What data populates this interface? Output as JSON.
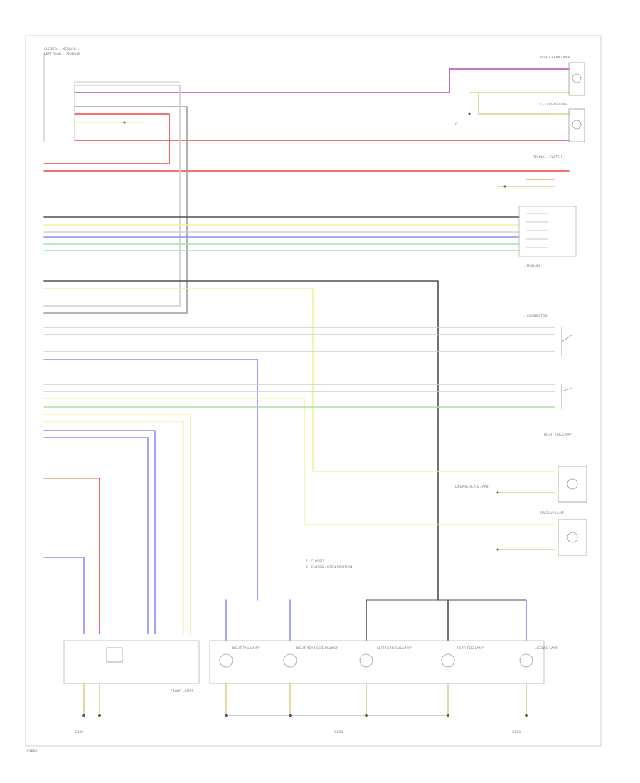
{
  "footer": {
    "code": "P1E2R"
  },
  "wire_colors": {
    "violet": "#b04cb0",
    "red": "#ee4444",
    "gray": "#9c9c9c",
    "yellow": "#f4f0a0",
    "tan": "#e0d08a",
    "blue": "#8c8cff",
    "green": "#a6e4a6",
    "orange": "#f0a060",
    "dark": "#505050",
    "black": "#333333"
  },
  "legend": {
    "line1": "1 - CLOSED ...",
    "line2": "2 - CLOSED / OPEN POSITION"
  },
  "left_module": {
    "title": "CLOSED ... MODULE ... ",
    "sub": "LEFT REAR ... MODULE"
  },
  "components": {
    "right_rear_lamp": "RIGHT REAR LAMP",
    "left_rear_lamp": "LEFT REAR LAMP",
    "ground_note": "G...",
    "switch": "TRUNK ... SWITCH",
    "hatch_module": "... MODULE",
    "connector_right": "... CONNECTOR",
    "right_tail": "RIGHT TAIL LAMP",
    "back_left": "BACK-UP LAMP",
    "plate_lamp": "LICENSE PLATE LAMP",
    "front_lamps": "FRONT LAMPS",
    "g1": "G400",
    "g2": "G500",
    "g3": "G600"
  },
  "bottom_components": [
    {
      "label": "RIGHT TAIL LAMP"
    },
    {
      "label": "RIGHT REAR SIDE MARKER"
    },
    {
      "label": "LEFT REAR TAIL LAMP"
    },
    {
      "label": "REAR FOG LAMP"
    },
    {
      "label": "LICENSE LAMP"
    }
  ]
}
